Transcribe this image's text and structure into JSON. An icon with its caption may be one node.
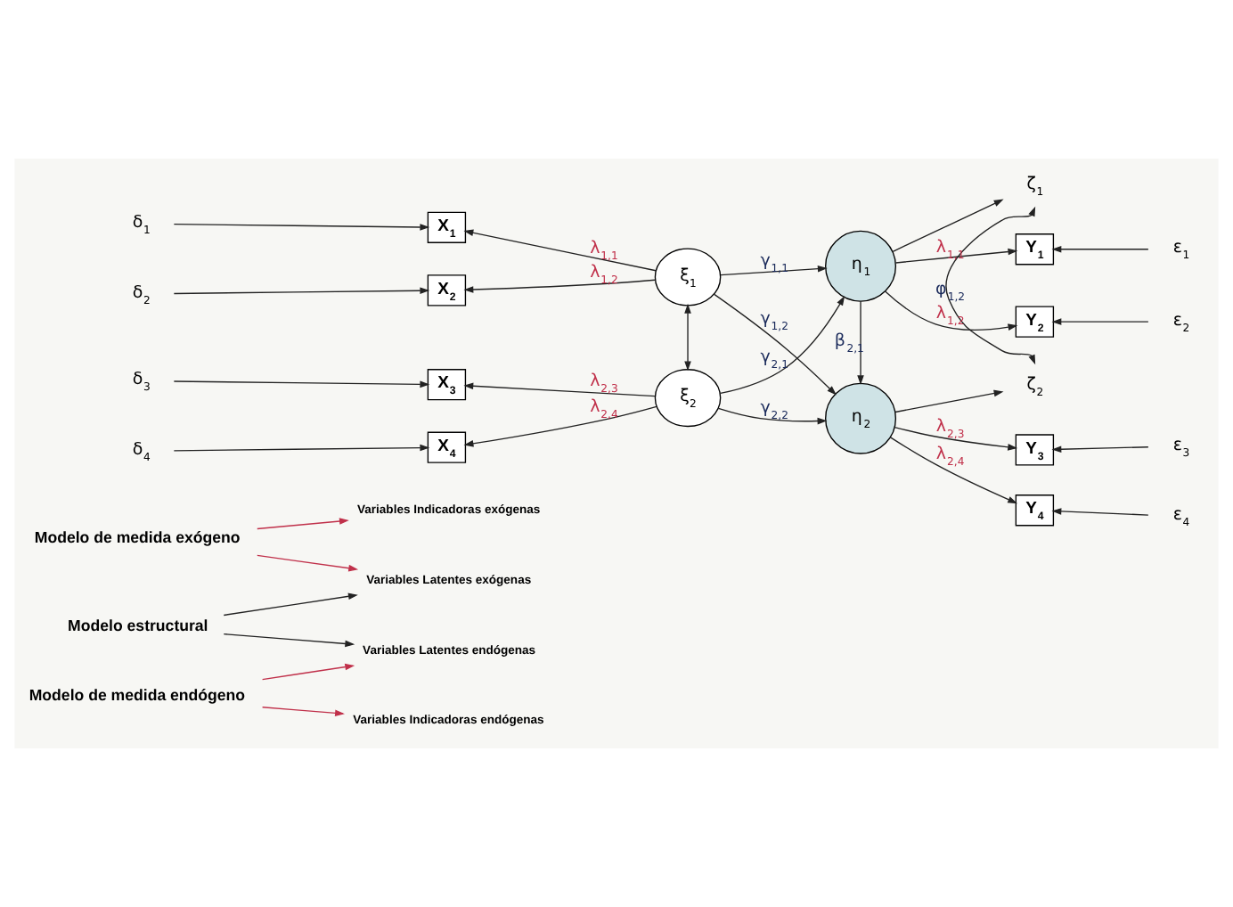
{
  "diagram": {
    "nodes": [
      {
        "text": [
          "Modelo de medida exógeno"
        ]
      },
      {
        "text": [
          "Modelo estructural"
        ]
      },
      {
        "text": [
          "Modelo de medida endógeno"
        ]
      },
      {
        "text": [
          "Variables Indicadoras exógenas"
        ]
      },
      {
        "text": [
          "Variables Latentes exógenas"
        ]
      },
      {
        "text": [
          "Variables Latentes endógenas"
        ]
      },
      {
        "text": [
          "Variables Indicadoras endógenas"
        ]
      },
      {
        "text": [
          "δ$_{1}$"
        ]
      },
      {
        "text": [
          "X$_{1}$"
        ]
      },
      {
        "text": [
          "δ$_{2}$"
        ]
      },
      {
        "text": [
          "X$_{2}$"
        ]
      },
      {
        "text": [
          "δ$_{3}$"
        ]
      },
      {
        "text": [
          "X$_{3}$"
        ]
      },
      {
        "text": [
          "δ$_{4}$"
        ]
      },
      {
        "text": [
          "X$_{4}$"
        ]
      },
      {
        "text": [
          "ξ$_{1}$"
        ]
      },
      {
        "text": [
          "ξ$_{2}$"
        ]
      },
      {
        "text": [
          "ζ$_{1}$"
        ]
      },
      {
        "text": [
          "η$_{1}$"
        ]
      },
      {
        "text": [
          "η$_{2}$"
        ]
      },
      {
        "text": [
          "ζ$_{2}$"
        ]
      },
      {
        "text": [
          "Y$_{1}$"
        ]
      },
      {
        "text": [
          "ε$_{1}$"
        ]
      },
      {
        "text": [
          "Y$_{2}$"
        ]
      },
      {
        "text": [
          "ε$_{2}$"
        ]
      },
      {
        "text": [
          "Y$_{3}$"
        ]
      },
      {
        "text": [
          "ε$_{3}$"
        ]
      },
      {
        "text": [
          "Y$_{4}$"
        ]
      },
      {
        "text": [
          "ε$_{4}$"
        ]
      }
    ],
    "edges": [
      {
        "from": 0,
        "to": 3,
        "arrow": "to",
        "color": "#c0304a"
      },
      {
        "from": 0,
        "to": 4,
        "arrow": "to",
        "color": "#c0304a"
      },
      {
        "from": 1,
        "to": 4,
        "arrow": "to"
      },
      {
        "from": 1,
        "to": 5,
        "arrow": "to"
      },
      {
        "from": 2,
        "to": 5,
        "arrow": "to",
        "color": "#c0304a"
      },
      {
        "from": 2,
        "to": 6,
        "arrow": "to",
        "color": "#c0304a"
      },
      {
        "from": 7,
        "to": 8,
        "arrow": "to"
      },
      {
        "from": 9,
        "to": 10,
        "arrow": "to"
      },
      {
        "from": 11,
        "to": 12,
        "arrow": "to"
      },
      {
        "from": 13,
        "to": 14,
        "arrow": "to"
      },
      {
        "from": 15,
        "to": 8,
        "arrow": "to",
        "label": "λ$_{1,1}$"
      },
      {
        "from": 15,
        "to": 10,
        "arrow": "to",
        "label": "λ$_{1,2}$"
      },
      {
        "from": 16,
        "to": 12,
        "arrow": "to",
        "label": "λ$_{2,3}$"
      },
      {
        "from": 16,
        "to": 14,
        "arrow": "to",
        "label": "λ$_{2,4}$"
      },
      {
        "from": 15,
        "to": 16,
        "arrow": "both"
      },
      {
        "from": 15,
        "to": 18,
        "arrow": "to",
        "label": "γ$_{1,1}$"
      },
      {
        "from": 15,
        "to": 19,
        "arrow": "to",
        "label": "γ$_{1,2}$"
      },
      {
        "from": 16,
        "to": 18,
        "arrow": "to",
        "label": "γ$_{2,1}$"
      },
      {
        "from": 16,
        "to": 19,
        "arrow": "to",
        "label": "γ$_{2,2}$"
      },
      {
        "from": 18,
        "to": 17,
        "arrow": "to"
      },
      {
        "from": 18,
        "to": 19,
        "arrow": "to",
        "label": "β$_{2,1}$"
      },
      {
        "from": 19,
        "to": 20,
        "arrow": "to"
      },
      {
        "from": 17,
        "to": 20,
        "arrow": "both",
        "label": "φ$_{1,2}$"
      },
      {
        "from": 18,
        "to": 21,
        "arrow": "to",
        "label": "λ$_{1,1}$"
      },
      {
        "from": 18,
        "to": 23,
        "arrow": "to",
        "label": "λ$_{1,2}$"
      },
      {
        "from": 19,
        "to": 25,
        "arrow": "to",
        "label": "λ$_{2,3}$"
      },
      {
        "from": 19,
        "to": 27,
        "arrow": "to",
        "label": "λ$_{2,4}$"
      },
      {
        "from": 22,
        "to": 21,
        "arrow": "to"
      },
      {
        "from": 24,
        "to": 23,
        "arrow": "to"
      },
      {
        "from": 26,
        "to": 25,
        "arrow": "to"
      },
      {
        "from": 28,
        "to": 27,
        "arrow": "to"
      }
    ]
  }
}
